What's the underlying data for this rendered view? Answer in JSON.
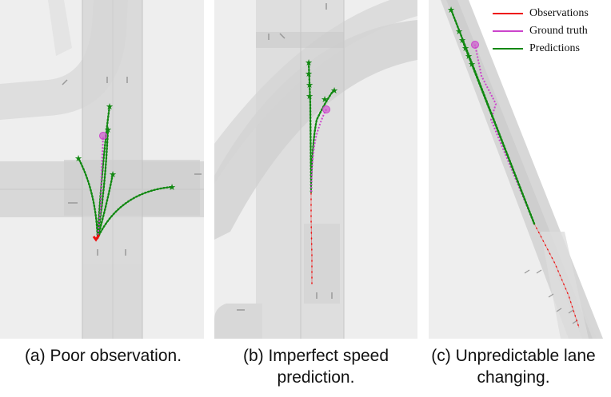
{
  "legend": {
    "items": [
      {
        "label": "Observations",
        "color": "#ee1111"
      },
      {
        "label": "Ground truth",
        "color": "#cc44cc"
      },
      {
        "label": "Predictions",
        "color": "#118811"
      }
    ]
  },
  "panels": [
    {
      "caption_line1": "(a) Poor observation.",
      "caption_line2": ""
    },
    {
      "caption_line1": "(b) Imperfect speed",
      "caption_line2": "prediction."
    },
    {
      "caption_line1": "(c) Unpredictable lane",
      "caption_line2": "changing."
    }
  ],
  "colors": {
    "observation": "#ee1111",
    "ground_truth": "#cc44cc",
    "prediction": "#118811",
    "map_background": "#eeeeee",
    "lane": "#d6d6d6"
  },
  "icons": {
    "end_marker": "star-icon",
    "gt_endpoint": "circle-icon"
  }
}
